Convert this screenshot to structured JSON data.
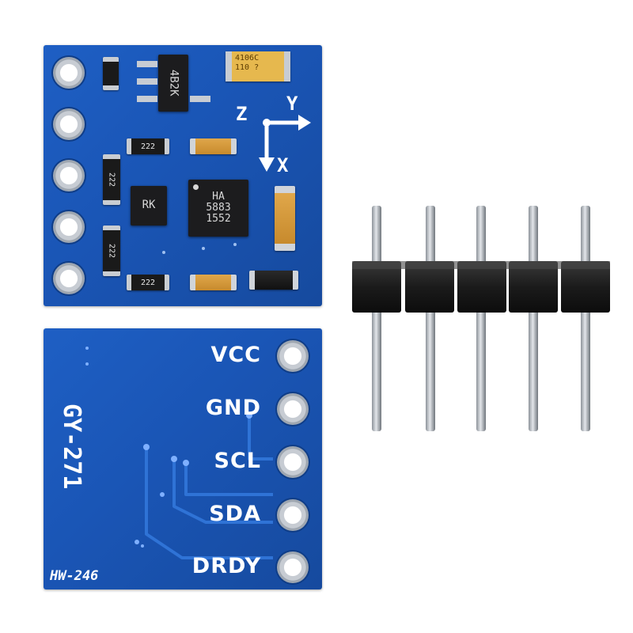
{
  "front_board": {
    "axis_labels": {
      "z": "Z",
      "y": "Y",
      "x": "X"
    },
    "chip_main": {
      "line1": "HA",
      "line2": "5883",
      "line3": "1552"
    },
    "chip_regulator": "4B2K",
    "chip_small": "RK",
    "tantalum_cap": {
      "line1": "4106C",
      "line2": "110 ?"
    },
    "resistor_code": "222"
  },
  "back_board": {
    "model_label": "GY-271",
    "board_code": "HW-246",
    "pins": [
      "VCC",
      "GND",
      "SCL",
      "SDA",
      "DRDY"
    ]
  },
  "colors": {
    "pcb_blue": "#1a55b5",
    "silkscreen": "#ffffff",
    "pin_header_plastic": "#1b1b1b",
    "pin_metal": "#a8adb3"
  }
}
